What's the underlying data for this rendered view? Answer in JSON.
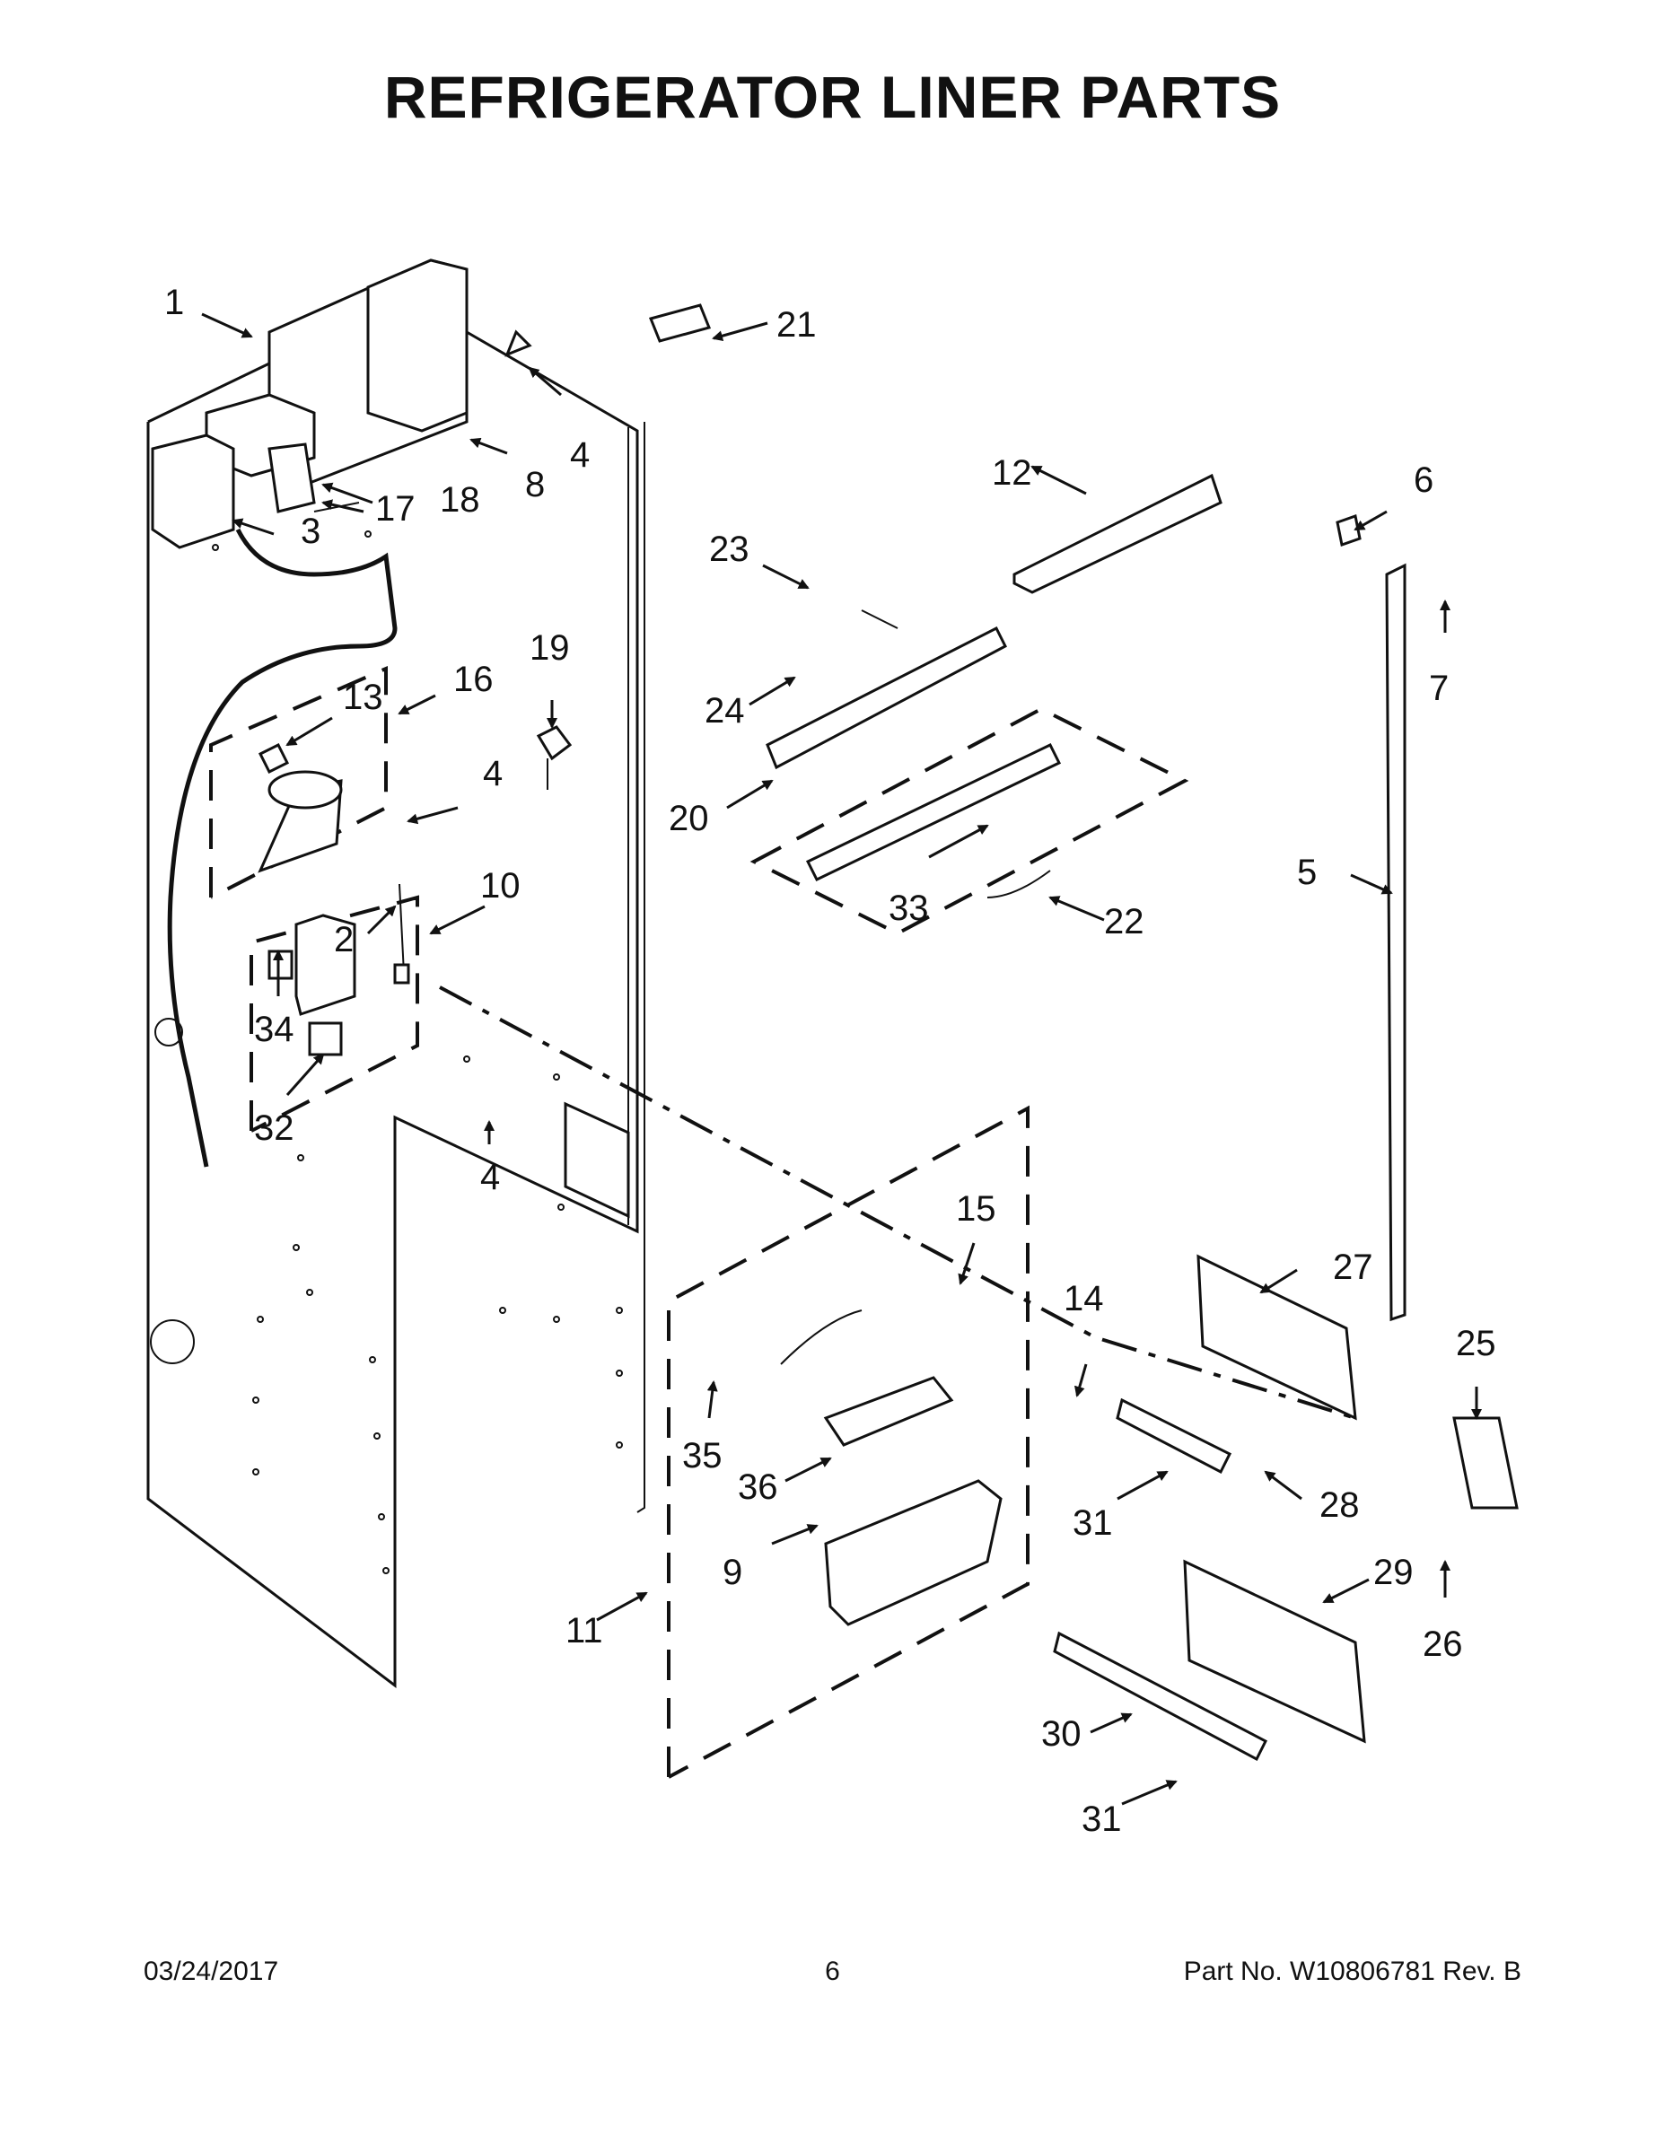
{
  "title": "REFRIGERATOR LINER PARTS",
  "footer": {
    "date": "03/24/2017",
    "page": "6",
    "part_number": "Part No.  W10806781  Rev.  B"
  },
  "callouts": [
    "1",
    "21",
    "4",
    "8",
    "18",
    "17",
    "3",
    "12",
    "6",
    "23",
    "7",
    "24",
    "19",
    "16",
    "13",
    "4",
    "20",
    "33",
    "22",
    "10",
    "2",
    "5",
    "34",
    "32",
    "4",
    "15",
    "27",
    "14",
    "25",
    "35",
    "36",
    "31",
    "28",
    "9",
    "26",
    "29",
    "11",
    "30",
    "31"
  ]
}
